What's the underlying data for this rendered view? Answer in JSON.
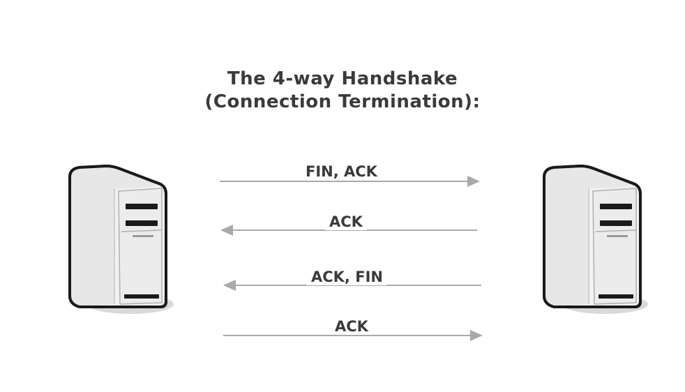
{
  "title": {
    "line1": "The 4-way Handshake",
    "line2": "(Connection Termination):"
  },
  "messages": [
    {
      "label": "FIN, ACK",
      "direction": "right"
    },
    {
      "label": "ACK",
      "direction": "left"
    },
    {
      "label": "ACK, FIN",
      "direction": "left"
    },
    {
      "label": "ACK",
      "direction": "right"
    }
  ],
  "colors": {
    "text": "#3a3a3a",
    "arrow": "#a9a9a9",
    "server_body": "#ececec",
    "server_outline": "#1a1a1a"
  }
}
